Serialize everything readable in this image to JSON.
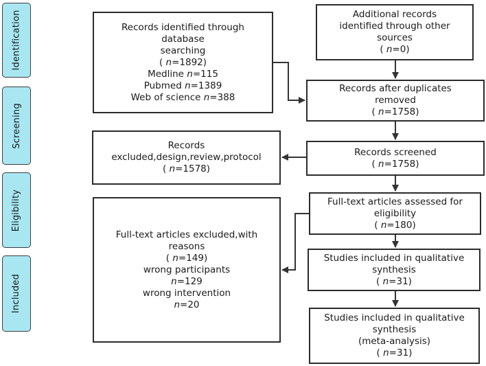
{
  "phases": [
    {
      "id": "identification",
      "label": "Identification"
    },
    {
      "id": "screening",
      "label": "Screening"
    },
    {
      "id": "eligibility",
      "label": "Eligibility"
    },
    {
      "id": "included",
      "label": "Included"
    }
  ],
  "boxes": {
    "database_search": {
      "lines": [
        "Records identified through",
        "database",
        "searching"
      ],
      "count": {
        "prefix": "( ",
        "var": "n",
        "value": "=1892)"
      },
      "sources": [
        {
          "name": "Medline ",
          "var": "n",
          "value": "=115"
        },
        {
          "name": "Pubmed ",
          "var": "n",
          "value": "=1389"
        },
        {
          "name": "Web of science ",
          "var": "n",
          "value": "=388"
        }
      ]
    },
    "other_sources": {
      "lines": [
        "Additional records",
        "identified through other",
        "sources"
      ],
      "count": {
        "prefix": "( ",
        "var": "n",
        "value": "=0)"
      }
    },
    "duplicates_removed": {
      "lines": [
        "Records after duplicates",
        "removed"
      ],
      "count": {
        "prefix": "( ",
        "var": "n",
        "value": "=1758)"
      }
    },
    "records_screened": {
      "lines": [
        "Records screened"
      ],
      "count": {
        "prefix": "( ",
        "var": "n",
        "value": "=1758)"
      }
    },
    "records_excluded": {
      "lines": [
        "Records",
        "excluded,design,review,protocol"
      ],
      "count": {
        "prefix": "( ",
        "var": "n",
        "value": "=1578)"
      }
    },
    "fulltext_assessed": {
      "lines": [
        "Full-text articles assessed for",
        "eligibility"
      ],
      "count": {
        "prefix": "( ",
        "var": "n",
        "value": "=180)"
      }
    },
    "fulltext_excluded": {
      "lines": [
        "Full-text articles excluded,with",
        "reasons"
      ],
      "count": {
        "prefix": "( ",
        "var": "n",
        "value": "=149)"
      },
      "reasons": [
        {
          "label": "wrong participants",
          "var": "n",
          "value": "=129"
        },
        {
          "label": "wrong intervention",
          "var": "n",
          "value": "=20"
        }
      ]
    },
    "qualitative": {
      "lines": [
        "Studies included in qualitative",
        "synthesis"
      ],
      "count": {
        "prefix": "( ",
        "var": "n",
        "value": "=31)"
      }
    },
    "meta_analysis": {
      "lines": [
        "Studies included in qualitative",
        "synthesis",
        "(meta-analysis)"
      ],
      "count": {
        "prefix": "( ",
        "var": "n",
        "value": "=31)"
      }
    }
  }
}
